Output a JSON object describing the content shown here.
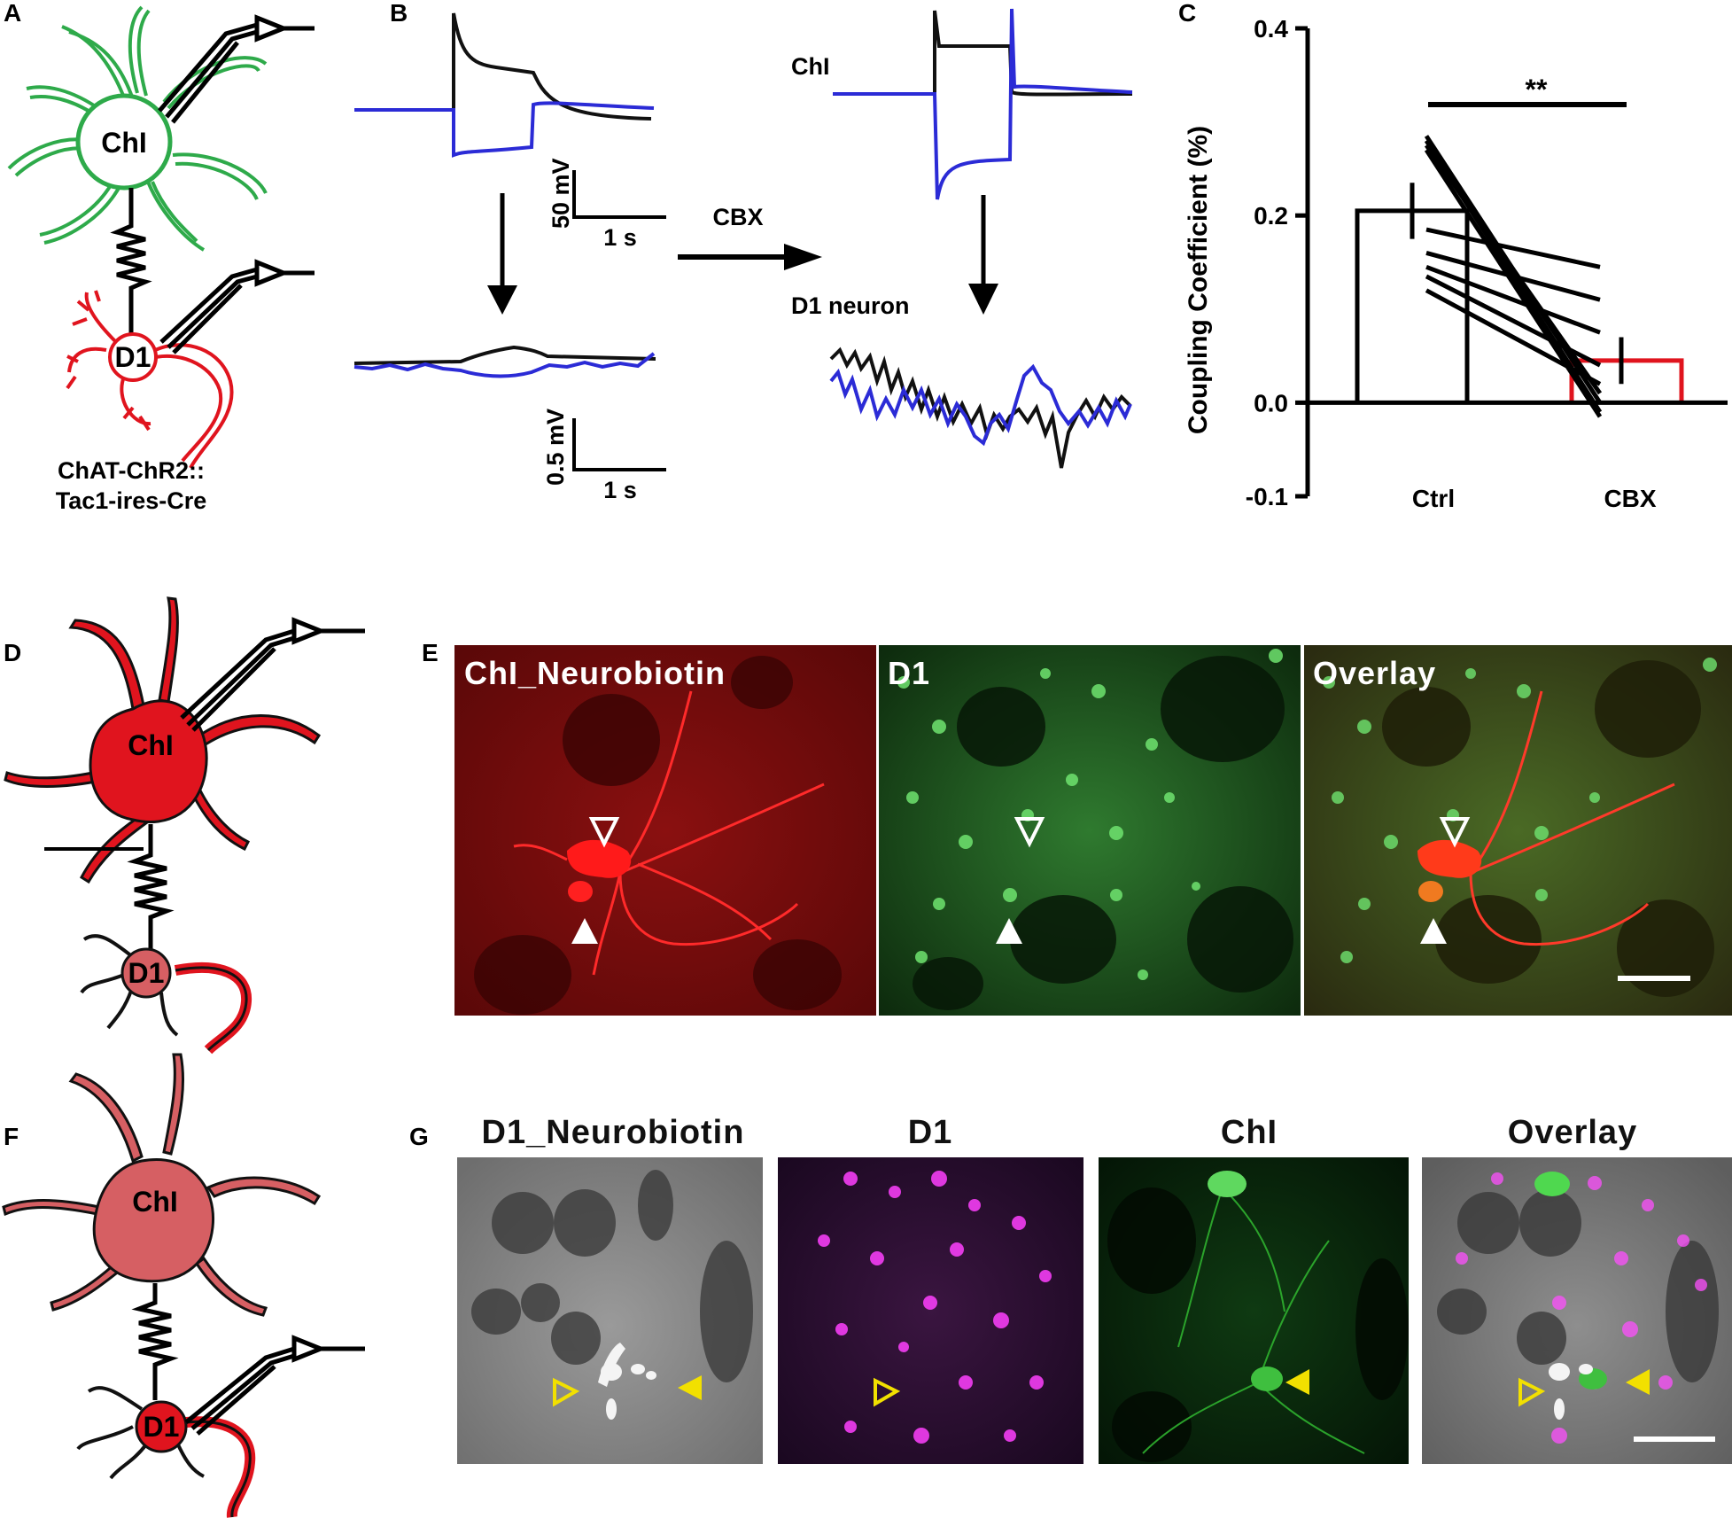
{
  "panel_labels": {
    "A": "A",
    "B": "B",
    "C": "C",
    "D": "D",
    "E": "E",
    "F": "F",
    "G": "G"
  },
  "panelA": {
    "cell_top": "ChI",
    "cell_bottom": "D1",
    "genotype_line1": "ChAT-ChR2::",
    "genotype_line2": "Tac1-ires-Cre"
  },
  "panelB": {
    "scale_top_v": "50 mV",
    "scale_top_t": "1 s",
    "scale_bot_v": "0.5 mV",
    "scale_bot_t": "1 s",
    "drug": "CBX",
    "label_chi": "ChI",
    "label_d1": "D1 neuron"
  },
  "panelD": {
    "cell_top": "ChI",
    "cell_bottom": "D1"
  },
  "panelE": {
    "titles": [
      "ChI_Neurobiotin",
      "D1",
      "Overlay"
    ]
  },
  "panelF": {
    "cell_top": "ChI",
    "cell_bottom": "D1"
  },
  "panelG": {
    "titles": [
      "D1_Neurobiotin",
      "D1",
      "ChI",
      "Overlay"
    ]
  },
  "colors": {
    "chi_outline": "#2eaa4a",
    "d1_red": "#e0141e",
    "trace_blue": "#2b2bd6",
    "cbx_bar": "#e0141e",
    "arrowhead_yellow": "#f2e000"
  },
  "chart_data": {
    "type": "bar",
    "ylabel": "Coupling Coefficient (%)",
    "ylim": [
      -0.1,
      0.4
    ],
    "yticks": [
      -0.1,
      0.0,
      0.2,
      0.4
    ],
    "ytick_labels": [
      "-0.1",
      "0.0",
      "0.2",
      "0.4"
    ],
    "categories": [
      "Ctrl",
      "CBX"
    ],
    "values": [
      0.205,
      0.045
    ],
    "errors": [
      0.03,
      0.025
    ],
    "bar_colors": [
      "#000000",
      "#e0141e"
    ],
    "paired_lines": [
      [
        0.285,
        0.0
      ],
      [
        0.28,
        -0.01
      ],
      [
        0.275,
        0.01
      ],
      [
        0.27,
        -0.015
      ],
      [
        0.185,
        0.145
      ],
      [
        0.16,
        0.11
      ],
      [
        0.145,
        0.075
      ],
      [
        0.135,
        0.04
      ],
      [
        0.12,
        0.02
      ]
    ],
    "significance": "**"
  }
}
